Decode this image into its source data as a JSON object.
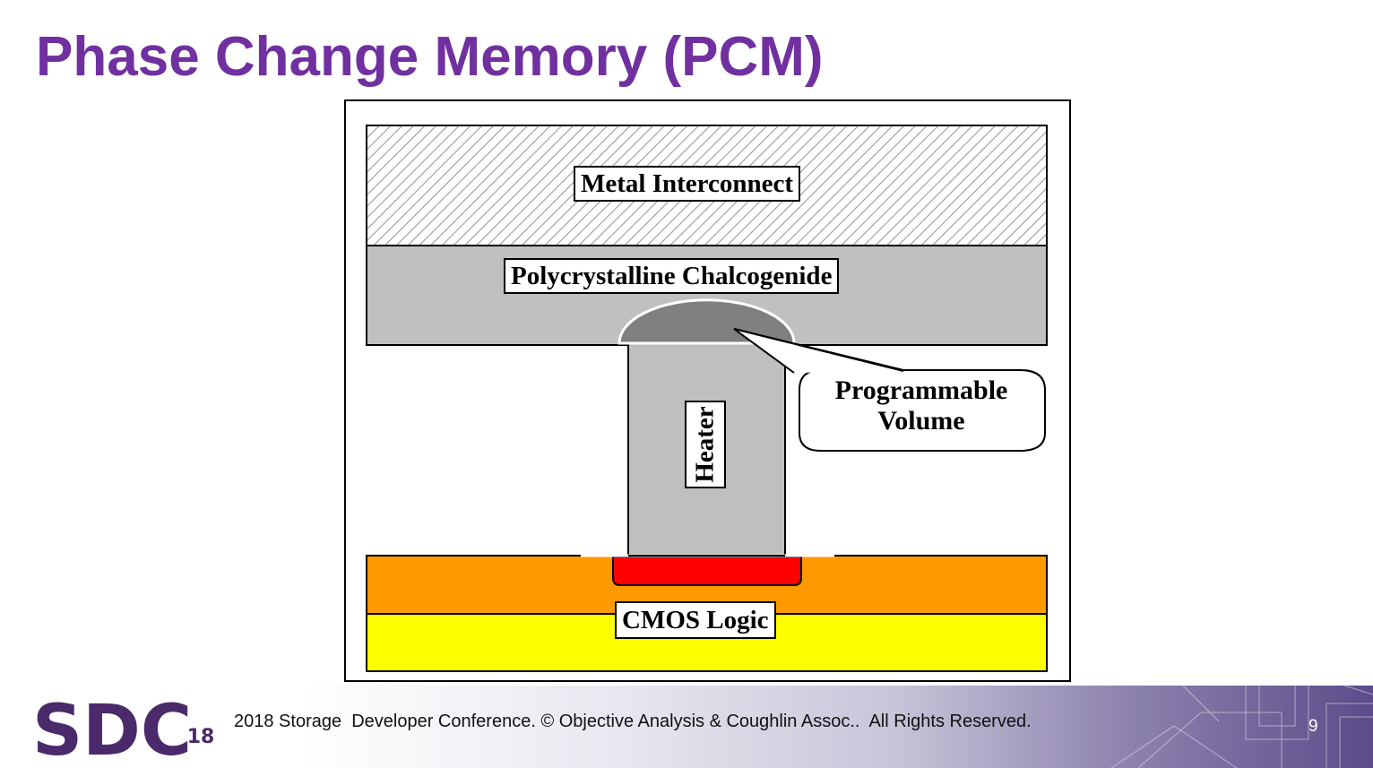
{
  "slide": {
    "title": "Phase Change Memory (PCM)",
    "page_number": "9"
  },
  "diagram": {
    "labels": {
      "metal": "Metal Interconnect",
      "chalcogenide": "Polycrystalline Chalcogenide",
      "heater": "Heater",
      "programmable_line1": "Programmable",
      "programmable_line2": "Volume",
      "cmos": "CMOS Logic"
    },
    "colors": {
      "metal_hatch": "#9a9a9a",
      "chalcogenide": "#c0c0c0",
      "heater": "#bfbfbf",
      "programmable_volume": "#808080",
      "contact": "#ff0000",
      "cmos_top": "#ff9900",
      "cmos_bottom": "#ffff00"
    }
  },
  "footer": {
    "logo_letters": "SDC",
    "logo_year": "18",
    "copyright": "2018 Storage  Developer Conference. © Objective Analysis & Coughlin Assoc..  All Rights Reserved."
  },
  "brand": {
    "title_color": "#7030a0",
    "logo_color": "#4a2a6b"
  }
}
